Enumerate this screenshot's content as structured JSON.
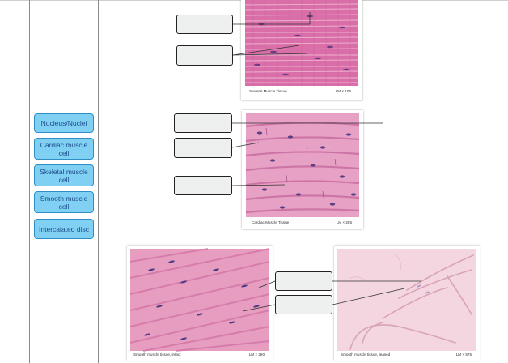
{
  "answer_choices": [
    "Nucleus/Nuclei",
    "Cardiac muscle cell",
    "Skeletal muscle cell",
    "Smooth muscle cell",
    "Intercalated disc"
  ],
  "micrographs": {
    "skeletal": {
      "title": "Skeletal Muscle Tissue",
      "magnification": "LM × 105"
    },
    "cardiac": {
      "title": "Cardiac Muscle Tissue",
      "magnification": "LM × 255"
    },
    "smooth_intact": {
      "title": "Smooth muscle tissue, intact",
      "magnification": "LM × 280"
    },
    "smooth_teased": {
      "title": "Smooth muscle tissue, teased",
      "magnification": "LM × 575"
    }
  },
  "colors": {
    "chip_fill": "#7fd0f3",
    "chip_border": "#2f8fc4",
    "chip_text": "#1f4d8c",
    "drop_fill": "#eef0f0",
    "tissue_pink": "#e18fb7",
    "nucleus_purple": "#5a3f86"
  }
}
